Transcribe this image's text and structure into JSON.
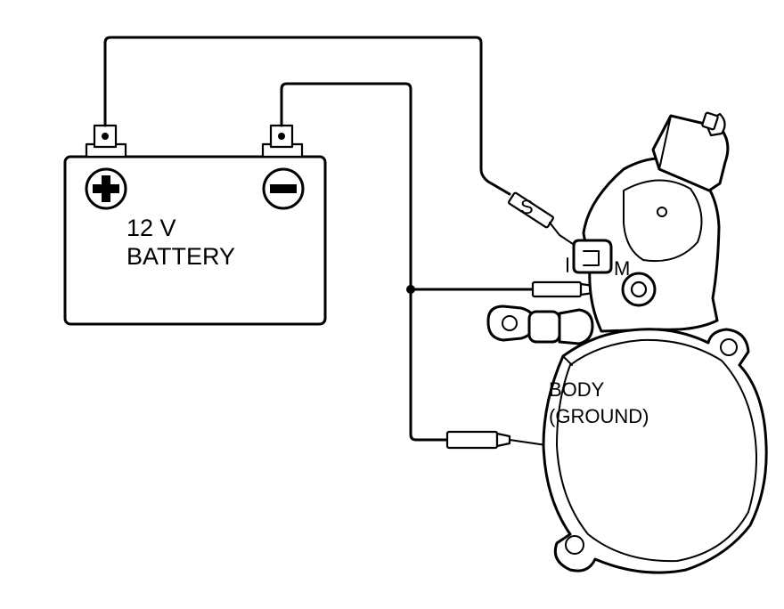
{
  "battery": {
    "voltage_label": "12 V",
    "name_label": "BATTERY"
  },
  "starter": {
    "terminal_s_label": "S",
    "terminal_m_label": "M",
    "body_label_line1": "BODY",
    "body_label_line2": "(GROUND)"
  },
  "icons": {
    "positive_terminal": "plus-symbol",
    "negative_terminal": "minus-symbol"
  }
}
